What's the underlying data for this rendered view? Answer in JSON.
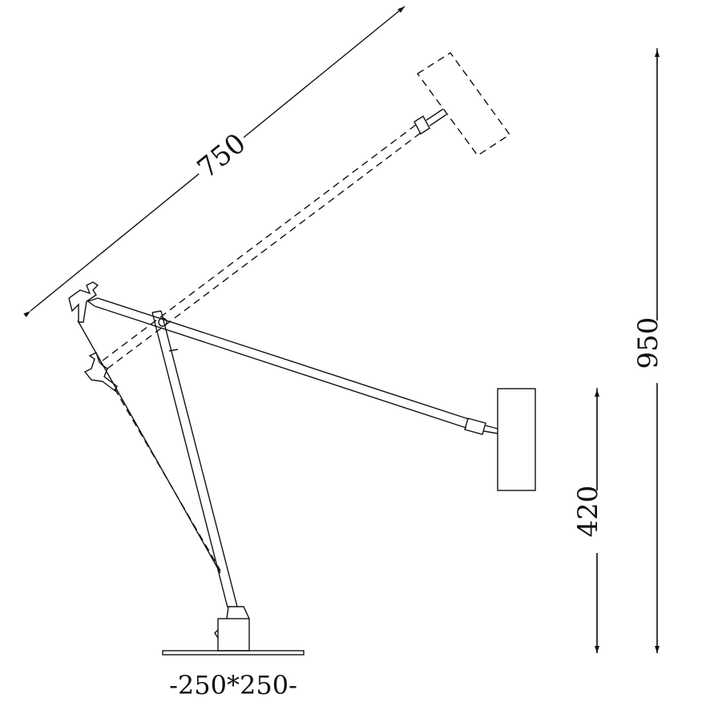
{
  "dimensions": {
    "arm_length": "750",
    "total_height": "950",
    "head_height": "420",
    "base_size": "-250*250-"
  },
  "colors": {
    "line": "#111111",
    "background": "#ffffff"
  }
}
